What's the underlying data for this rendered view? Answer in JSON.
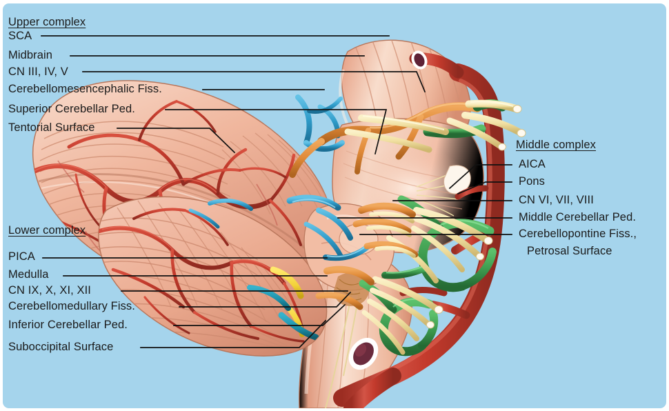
{
  "figure": {
    "kind": "anatomical-illustration",
    "subject": "Cerebellum, brainstem and cerebellar artery complexes",
    "background_color": "#a5d4ec"
  },
  "palette": {
    "background": "#a5d4ec",
    "artery_red": "#c0392b",
    "artery_red_dark": "#8e2a20",
    "vein_blue": "#2e9bc9",
    "nerve_yellow": "#f2e2a0",
    "nerve_orange": "#e08a38",
    "vessel_green": "#3d9b4f",
    "vessel_yellow": "#f3d23a",
    "vessel_teal": "#1d8fa8",
    "tissue_pink": "#f0b49c",
    "tissue_pink_light": "#f7d6c6",
    "tissue_pink_dark": "#d98f76",
    "leader_line": "#111111",
    "text": "#1a1a1a"
  },
  "upper_complex": {
    "heading": "Upper complex",
    "items": [
      {
        "label": "SCA"
      },
      {
        "label": "Midbrain"
      },
      {
        "label": "CN III, IV, V"
      },
      {
        "label": "Cerebellomesencephalic Fiss."
      },
      {
        "label": "Superior Cerebellar Ped."
      },
      {
        "label": "Tentorial Surface"
      }
    ]
  },
  "middle_complex": {
    "heading": "Middle complex",
    "items": [
      {
        "label": "AICA"
      },
      {
        "label": "Pons"
      },
      {
        "label": "CN VI, VII, VIII"
      },
      {
        "label": "Middle Cerebellar Ped."
      },
      {
        "label": "Cerebellopontine Fiss.,"
      },
      {
        "label": "Petrosal Surface"
      }
    ]
  },
  "lower_complex": {
    "heading": "Lower complex",
    "items": [
      {
        "label": "PICA"
      },
      {
        "label": "Medulla"
      },
      {
        "label": "CN IX, X, XI, XII"
      },
      {
        "label": "Cerebellomedullary Fiss."
      },
      {
        "label": "Inferior Cerebellar Ped."
      },
      {
        "label": "Suboccipital Surface"
      }
    ]
  }
}
